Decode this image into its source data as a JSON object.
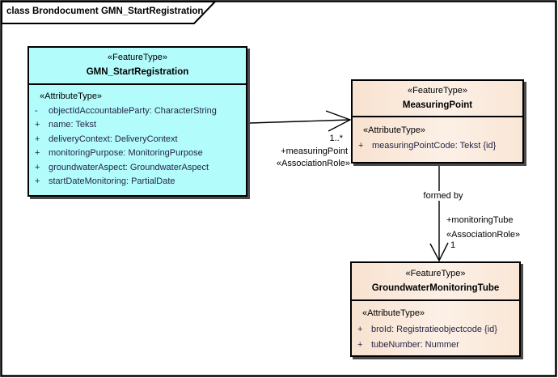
{
  "diagram": {
    "tab_label": "class Brondocument GMN_StartRegistration"
  },
  "colors": {
    "cyan_fill": "#B2FCFC",
    "beige_fill_light": "#FCF0E6",
    "beige_fill_dark": "#F8E2D0",
    "box_border": "#000000",
    "attribute_text": "#252547",
    "shadow": "#4A4A4A"
  },
  "classes": {
    "gmn": {
      "stereotype": "«FeatureType»",
      "name": "GMN_StartRegistration",
      "attr_stereotype": "«AttributeType»",
      "attributes": [
        {
          "vis": "-",
          "text": "objectIdAccountableParty: CharacterString"
        },
        {
          "vis": "+",
          "text": "name: Tekst"
        },
        {
          "vis": "+",
          "text": "deliveryContext: DeliveryContext"
        },
        {
          "vis": "+",
          "text": "monitoringPurpose: MonitoringPurpose"
        },
        {
          "vis": "+",
          "text": "groundwaterAspect: GroundwaterAspect"
        },
        {
          "vis": "+",
          "text": "startDateMonitoring: PartialDate"
        }
      ]
    },
    "measuring_point": {
      "stereotype": "«FeatureType»",
      "name": "MeasuringPoint",
      "attr_stereotype": "«AttributeType»",
      "attributes": [
        {
          "vis": "+",
          "text": "measuringPointCode: Tekst {id}"
        }
      ]
    },
    "tube": {
      "stereotype": "«FeatureType»",
      "name": "GroundwaterMonitoringTube",
      "attr_stereotype": "«AttributeType»",
      "attributes": [
        {
          "vis": "+",
          "text": "broId: Registratieobjectcode {id}"
        },
        {
          "vis": "+",
          "text": "tubeNumber: Nummer"
        }
      ]
    }
  },
  "associations": {
    "measuring_point": {
      "multiplicity": "1..*",
      "role": "+measuringPoint",
      "stereotype": "«AssociationRole»"
    },
    "monitoring_tube": {
      "name": "formed by",
      "role": "+monitoringTube",
      "stereotype": "«AssociationRole»",
      "multiplicity": "1"
    }
  }
}
